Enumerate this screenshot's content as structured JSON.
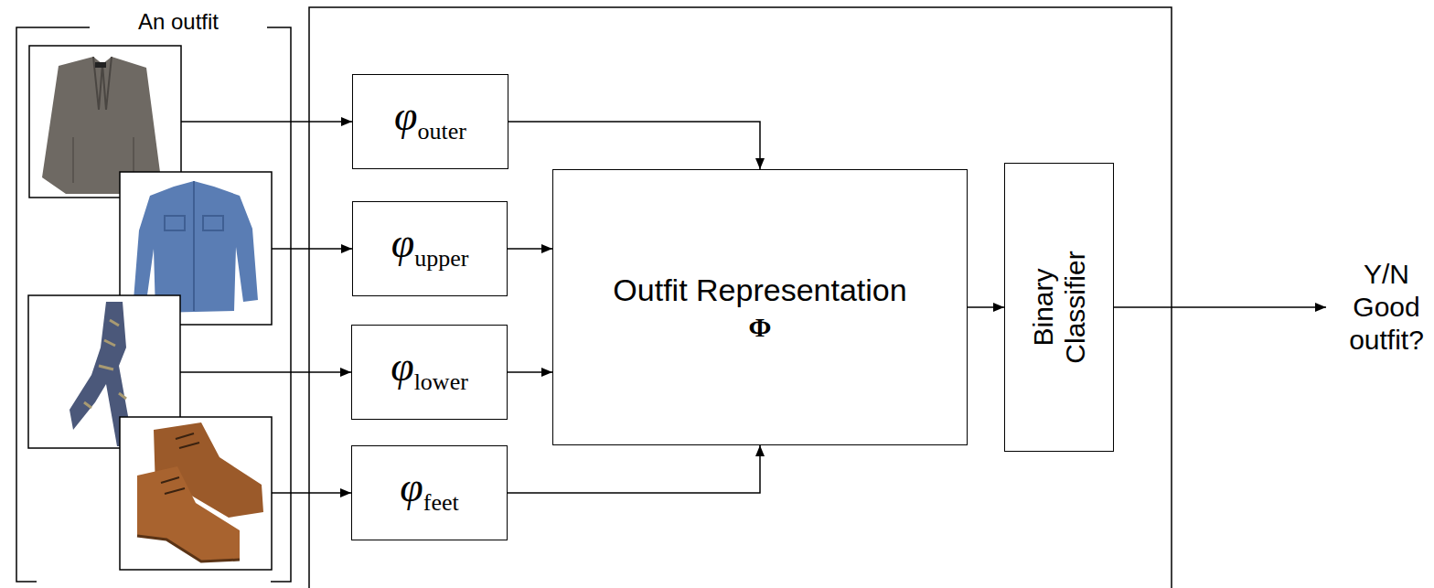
{
  "diagram": {
    "nodes": [
      {
        "text": [
          "φ",
          "outer"
        ]
      },
      {
        "text": [
          "φ",
          "upper"
        ]
      },
      {
        "text": [
          "φ",
          "lower"
        ]
      },
      {
        "text": [
          "φ",
          "feet"
        ]
      },
      {
        "text": [
          "Outfit Representation",
          "Φ"
        ]
      },
      {
        "text": [
          "Binary Classifier"
        ]
      }
    ],
    "edges": [
      {
        "from": 0,
        "to": 4,
        "arrow": "to"
      },
      {
        "from": 1,
        "to": 4,
        "arrow": "to"
      },
      {
        "from": 2,
        "to": 4,
        "arrow": "to"
      },
      {
        "from": 3,
        "to": 4,
        "arrow": "to"
      },
      {
        "from": 4,
        "to": 5,
        "arrow": "to"
      }
    ],
    "labels": [
      "An outfit",
      "Y/N Good outfit?"
    ]
  }
}
